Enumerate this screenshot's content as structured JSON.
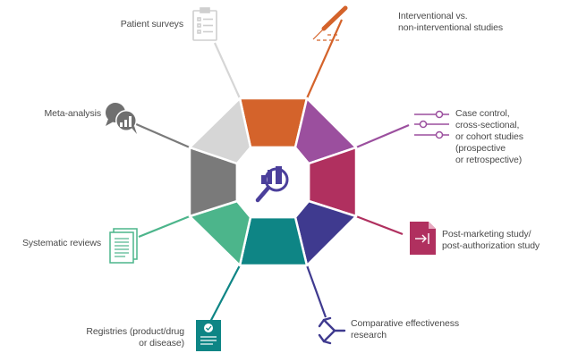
{
  "colors": {
    "interventional": "#d4632b",
    "case_control": "#9b4f9e",
    "post_marketing": "#b0305f",
    "comparative": "#3f3a8f",
    "registries": "#0e8585",
    "systematic": "#4cb58b",
    "meta_analysis": "#7a7a7a",
    "patient_surveys": "#d6d6d6",
    "center_icon": "#4b3f9b"
  },
  "segments": [
    {
      "id": "interventional",
      "label": "Interventional vs.\nnon-interventional studies",
      "icon": "pen-ruler-icon"
    },
    {
      "id": "case_control",
      "label": "Case control,\ncross-sectional,\nor cohort studies\n(prospective\nor retrospective)",
      "icon": "sliders-icon"
    },
    {
      "id": "post_marketing",
      "label": "Post-marketing study/\npost-authorization study",
      "icon": "document-arrow-icon"
    },
    {
      "id": "comparative",
      "label": "Comparative effectiveness\nresearch",
      "icon": "converging-arrows-icon"
    },
    {
      "id": "registries",
      "label": "Registries (product/drug\nor disease)",
      "icon": "checklist-document-icon"
    },
    {
      "id": "systematic",
      "label": "Systematic reviews",
      "icon": "documents-icon"
    },
    {
      "id": "meta_analysis",
      "label": "Meta-analysis",
      "icon": "chat-chart-icon"
    },
    {
      "id": "patient_surveys",
      "label": "Patient surveys",
      "icon": "clipboard-icon"
    }
  ],
  "center_icon": "magnifier-chart-icon"
}
